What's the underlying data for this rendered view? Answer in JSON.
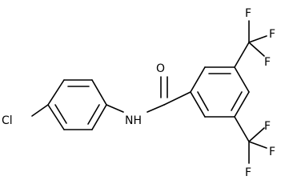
{
  "molecule": {
    "atoms": {
      "cl": "Cl",
      "nh": "NH",
      "o": "O",
      "f_top_1": "F",
      "f_top_2": "F",
      "f_top_3": "F",
      "f_bot_1": "F",
      "f_bot_2": "F",
      "f_bot_3": "F"
    }
  }
}
